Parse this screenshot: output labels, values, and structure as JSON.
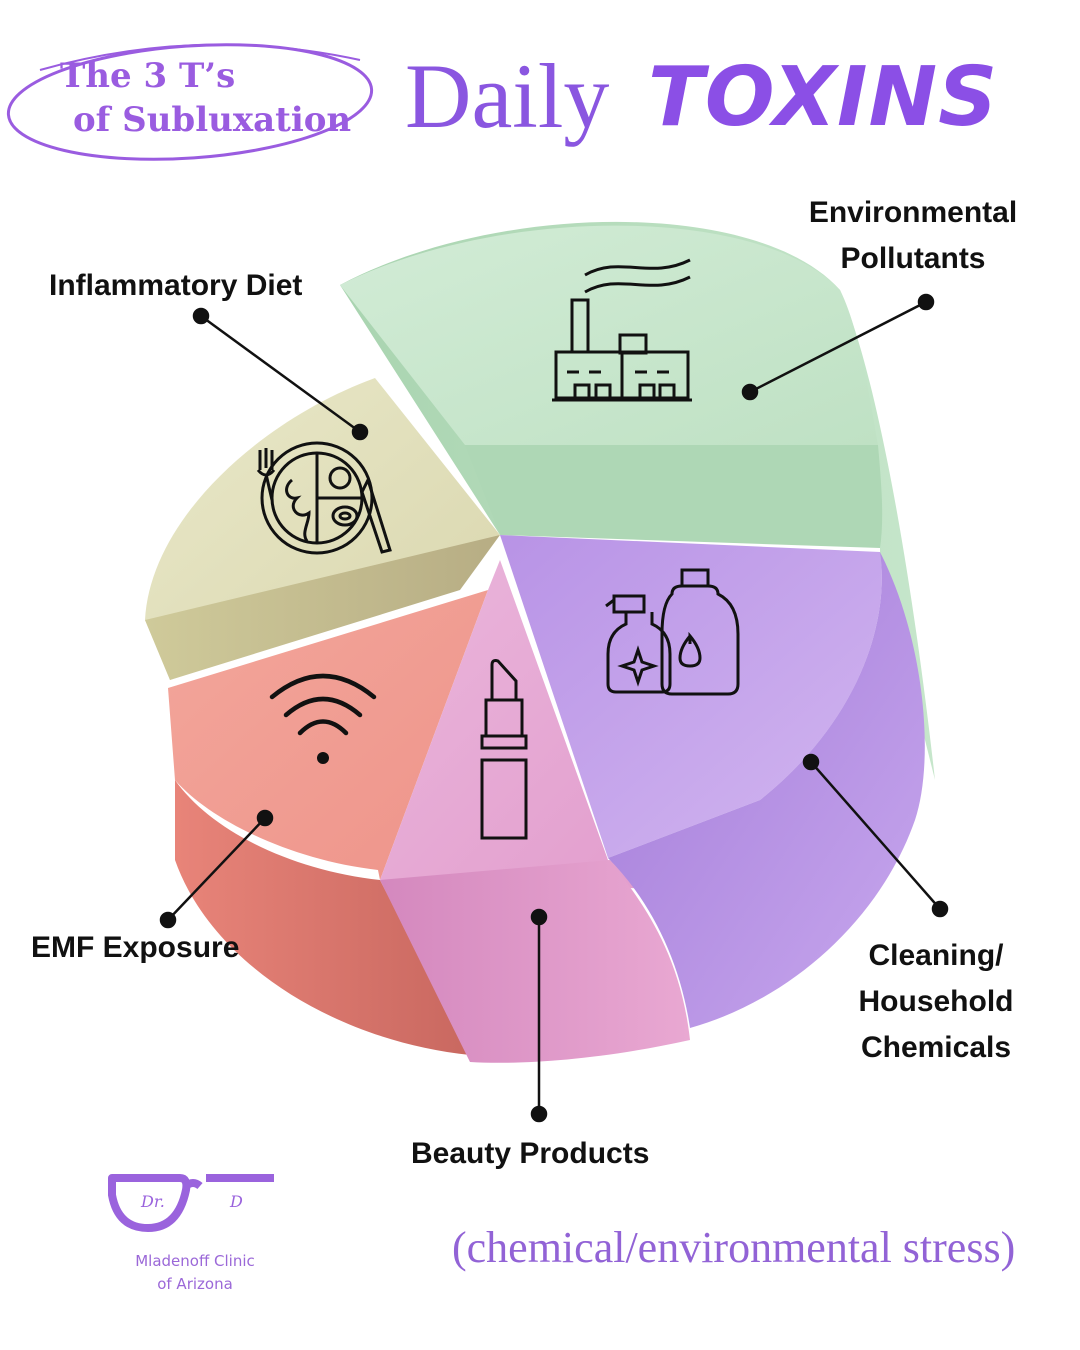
{
  "badge": {
    "line1": "The 3 T’s",
    "line2": "of Subluxation"
  },
  "title": {
    "word1": "Daily",
    "word2": "TOXINS"
  },
  "segments": [
    {
      "label": "Environmental\nPollutants",
      "icon": "factory-icon",
      "color": "#c9e6cd"
    },
    {
      "label": "Cleaning/\nHousehold\nChemicals",
      "icon": "cleaning-bottles-icon",
      "color": "#c6a6ea"
    },
    {
      "label": "Beauty Products",
      "icon": "lipstick-icon",
      "color": "#e5a3cd"
    },
    {
      "label": "EMF Exposure",
      "icon": "wifi-icon",
      "color": "#ef9a90"
    },
    {
      "label": "Inflammatory Diet",
      "icon": "plate-icon",
      "color": "#e4e4c2"
    }
  ],
  "subtitle": "(chemical/environmental stress)",
  "logo": {
    "left_lens": "Dr.",
    "right_lens": "D",
    "clinic_line1": "Mladenoff Clinic",
    "clinic_line2": "of Arizona"
  }
}
